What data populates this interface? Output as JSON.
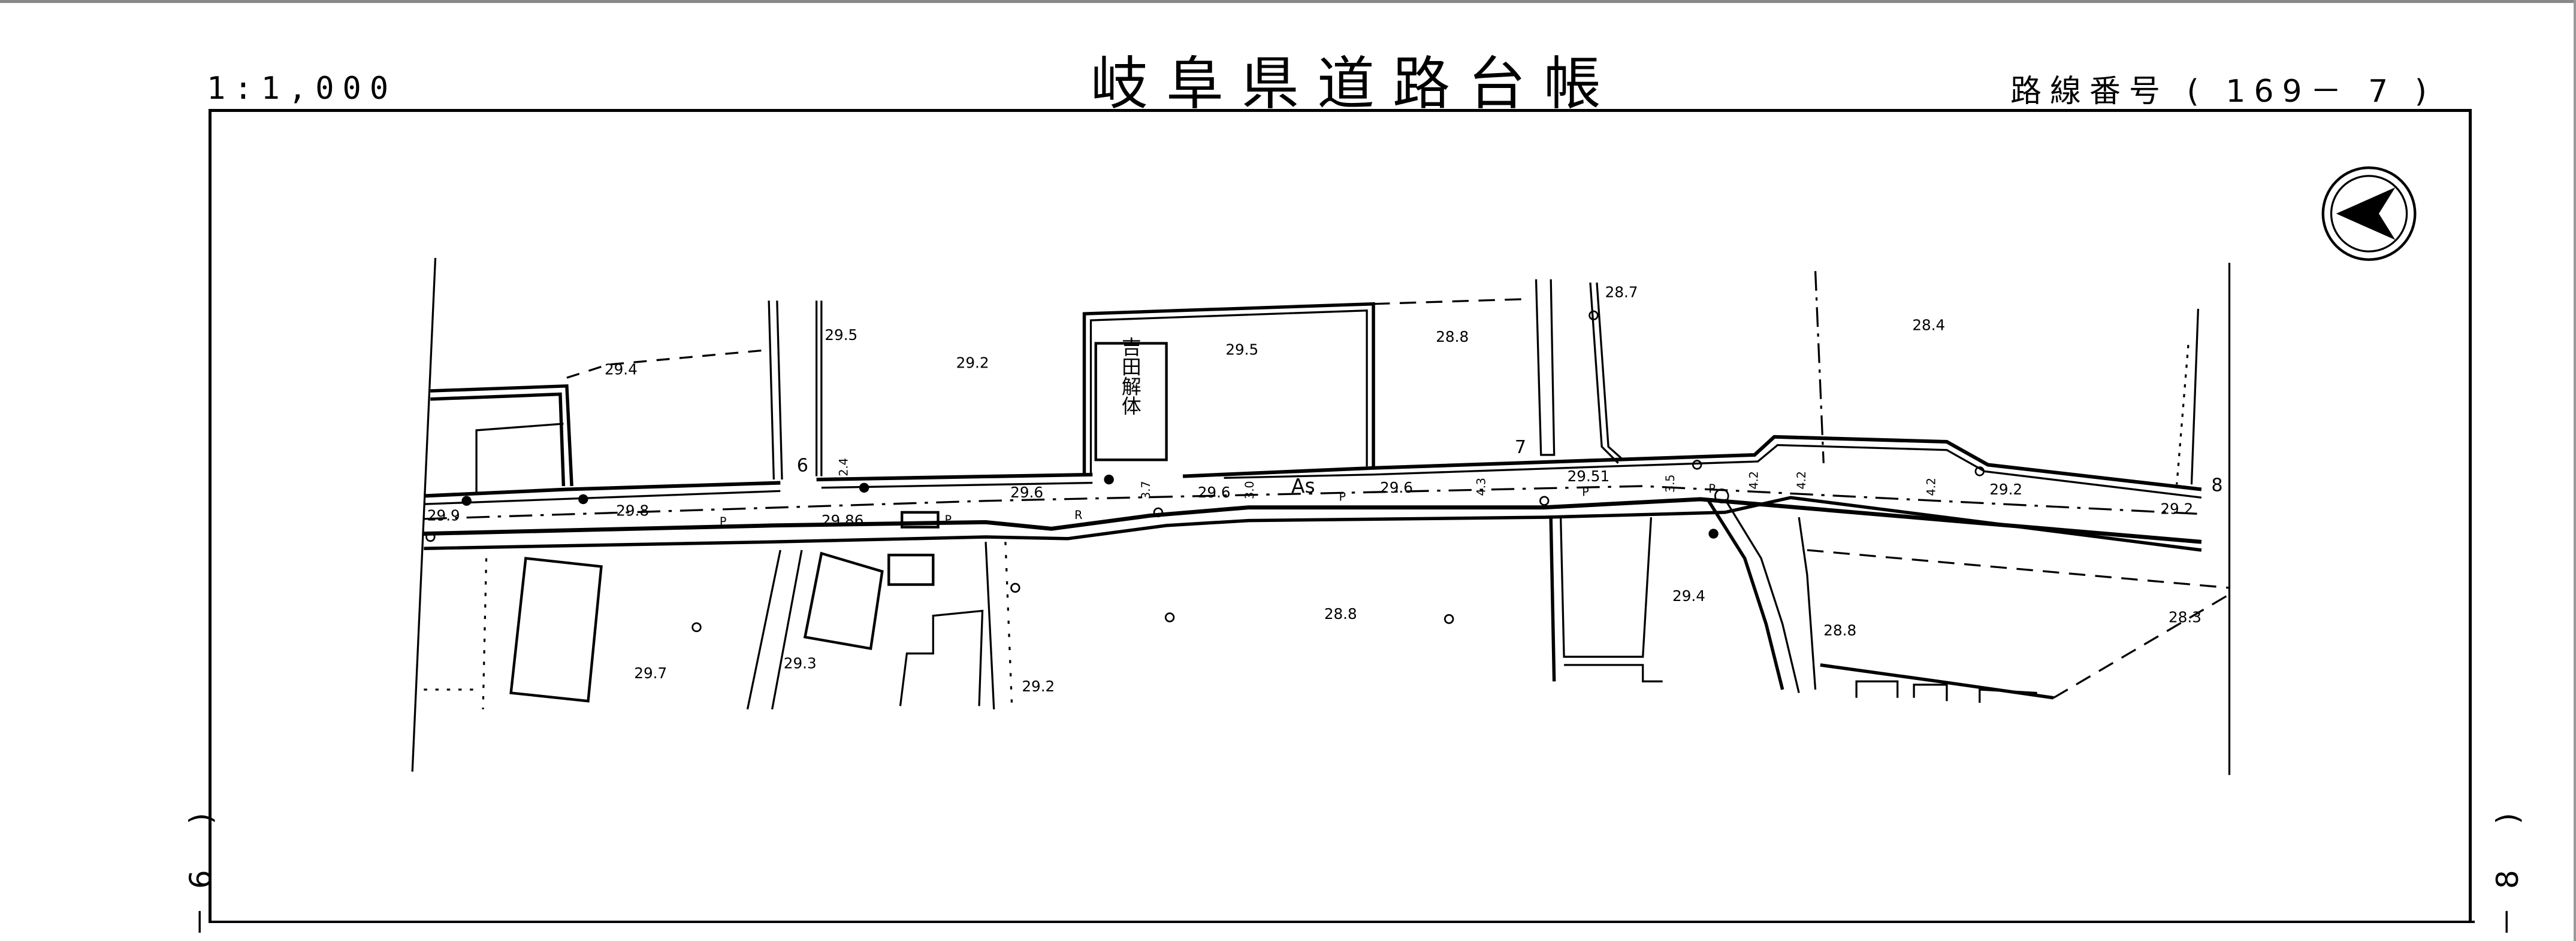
{
  "header": {
    "scale": "1:1,000",
    "title": "岐阜県道路台帳",
    "route_label": "路線番号",
    "route_number": "( 169－ 7 )"
  },
  "side_labels": {
    "left": "－6 )",
    "right": "－8 )"
  },
  "map": {
    "building_name": "吉田解体",
    "station_numbers": [
      "6",
      "7",
      "8"
    ],
    "surface_label": "As",
    "road_markers": [
      "P",
      "P",
      "P",
      "P",
      "R",
      "P"
    ],
    "north_elevations": [
      "29.4",
      "29.5",
      "29.2",
      "29.5",
      "28.8",
      "28.7",
      "28.4"
    ],
    "road_elevations": [
      "29.9",
      "29.8",
      "29.86",
      "29.6",
      "29.6",
      "29.6",
      "29.51",
      "29.2",
      "29.2"
    ],
    "south_elevations": [
      "29.7",
      "29.3",
      "29.2",
      "28.8",
      "29.4",
      "28.8",
      "28.3"
    ],
    "widths": [
      "2.4",
      "3.7",
      "3.0",
      "4.3",
      "3.5",
      "4.2",
      "4.2",
      "4.2"
    ]
  },
  "colors": {
    "ink": "#000000",
    "paper": "#ffffff"
  }
}
